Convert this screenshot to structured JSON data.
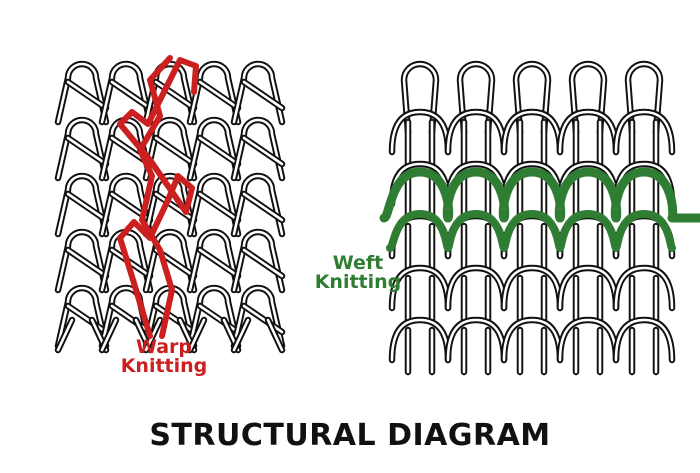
{
  "title": "STRUCTURAL DIAGRAM",
  "warp": {
    "label_line1": "Warp",
    "label_line2": "Knitting",
    "highlight_color": "#cc1f1f"
  },
  "weft": {
    "label_line1": "Weft",
    "label_line2": "Knitting",
    "highlight_color": "#2f7d32"
  },
  "stroke_color": "#111111"
}
